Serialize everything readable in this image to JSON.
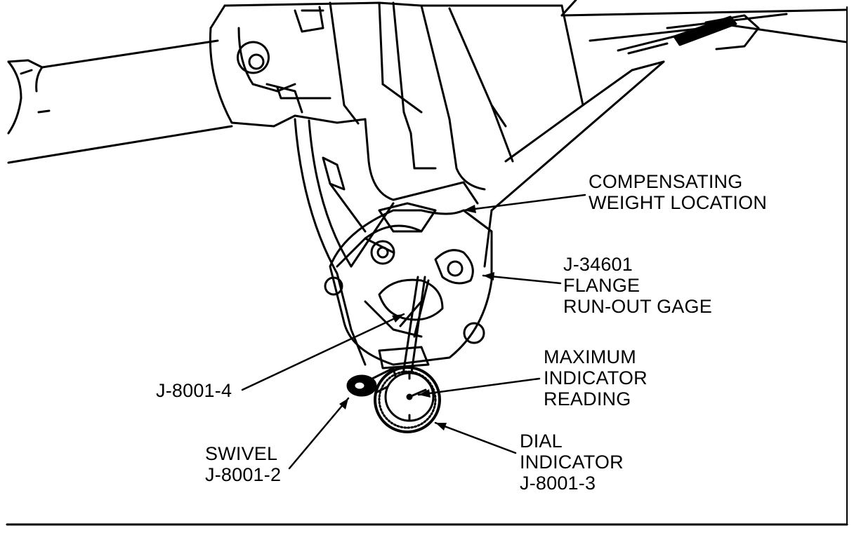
{
  "callouts": {
    "compensating_weight": [
      "COMPENSATING",
      "WEIGHT LOCATION"
    ],
    "flange_gage": [
      "J-34601",
      "FLANGE",
      "RUN-OUT GAGE"
    ],
    "max_reading": [
      "MAXIMUM",
      "INDICATOR",
      "READING"
    ],
    "j8001_4": [
      "J-8001-4"
    ],
    "dial_indicator": [
      "DIAL",
      "INDICATOR",
      "J-8001-3"
    ],
    "swivel": [
      "SWIVEL",
      "J-8001-2"
    ]
  },
  "colors": {
    "ink": "#000000",
    "paper": "#ffffff"
  }
}
